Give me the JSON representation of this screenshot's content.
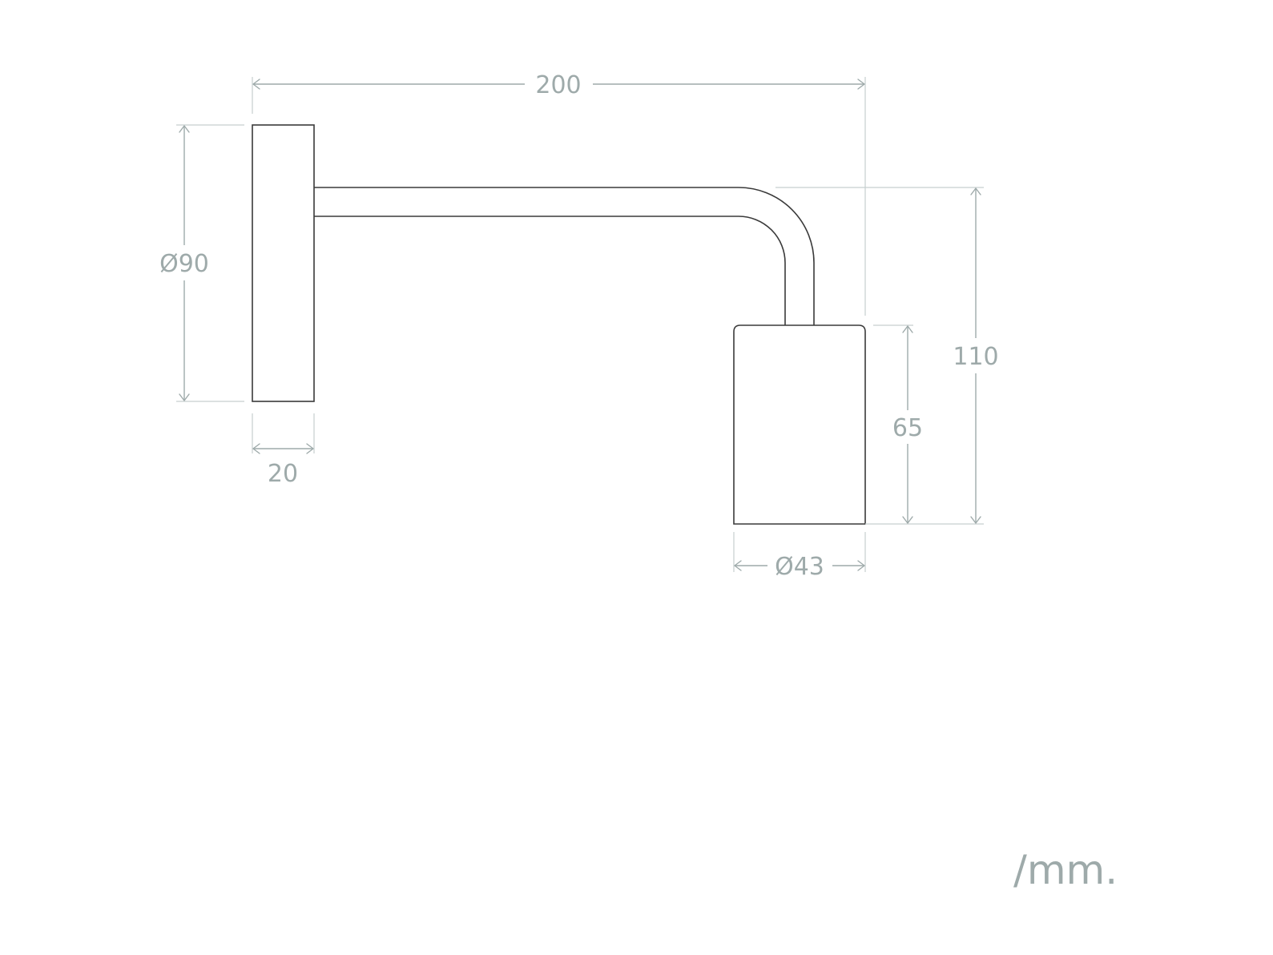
{
  "dimensions": {
    "total_width": "200",
    "base_diameter": "Ø90",
    "base_depth": "20",
    "total_height": "110",
    "shade_height": "65",
    "shade_diameter": "Ø43"
  },
  "unit_label": "/mm.",
  "colors": {
    "outline": "#3a3a3a",
    "dimension": "#9eaaaa",
    "background": "#ffffff"
  }
}
